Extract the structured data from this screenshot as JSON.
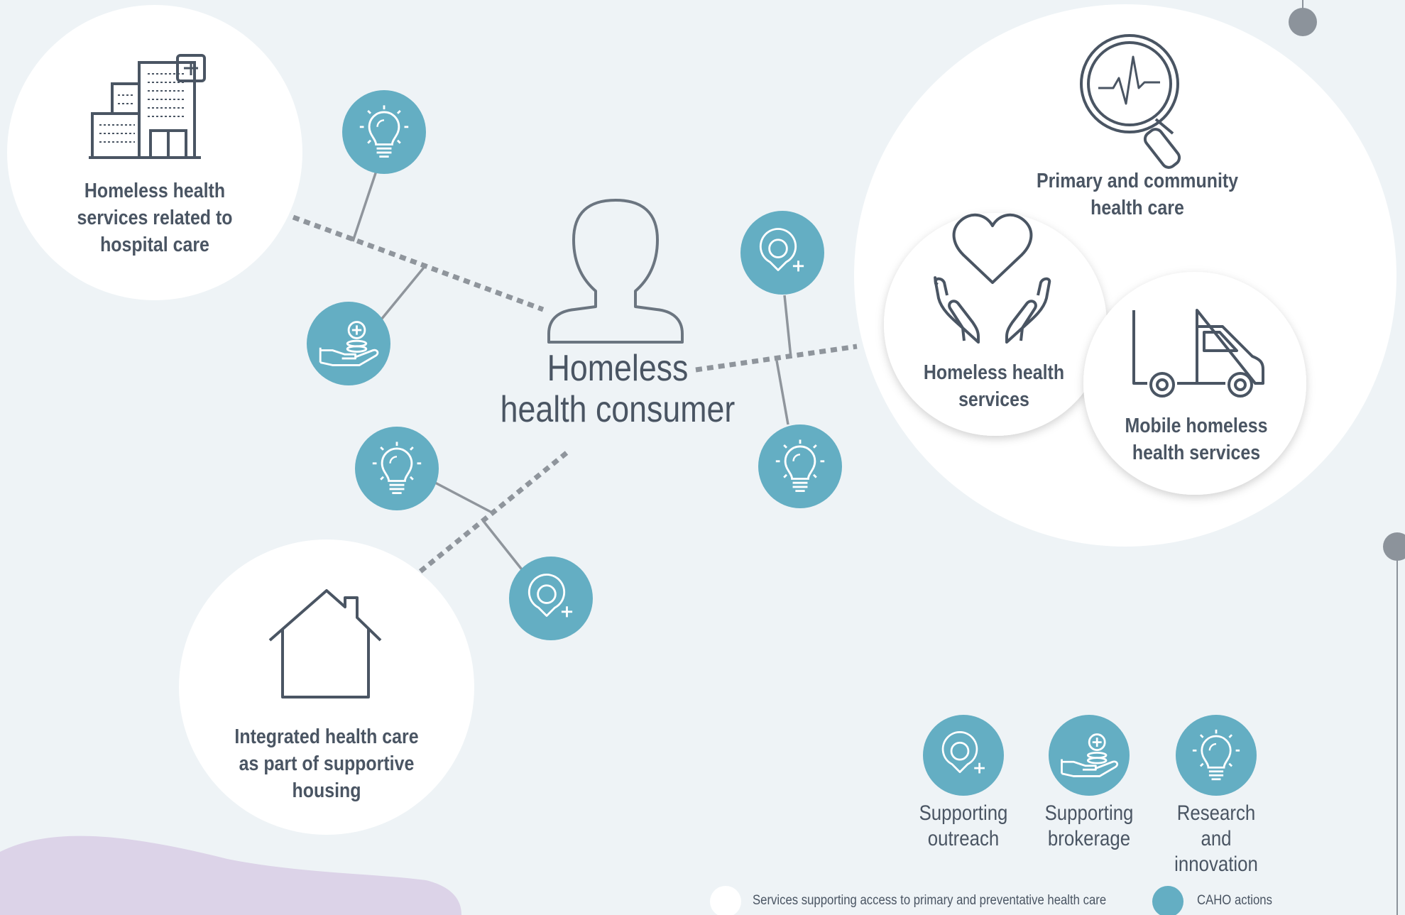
{
  "center": {
    "line1": "Homeless",
    "line2": "health consumer"
  },
  "nodes": {
    "hospital": {
      "line1": "Homeless health",
      "line2": "services related to",
      "line3": "hospital care"
    },
    "housing": {
      "line1": "Integrated health care",
      "line2": "as part of supportive",
      "line3": "housing"
    },
    "primary": {
      "line1": "Primary and community",
      "line2": "health care"
    },
    "homeless_services": {
      "line1": "Homeless health",
      "line2": "services"
    },
    "mobile": {
      "line1": "Mobile homeless",
      "line2": "health services"
    }
  },
  "legend": {
    "outreach": {
      "line1": "Supporting",
      "line2": "outreach",
      "icon": "location-pin-plus-icon"
    },
    "brokerage": {
      "line1": "Supporting",
      "line2": "brokerage",
      "icon": "hand-coins-icon"
    },
    "research": {
      "line1": "Research and",
      "line2": "innovation",
      "icon": "lightbulb-icon"
    }
  },
  "key": {
    "services": "Services supporting access to primary and preventative health care",
    "actions": "CAHO actions"
  },
  "colors": {
    "background": "#eef3f6",
    "teal": "#64aec3",
    "white": "#ffffff",
    "text": "#4a5563",
    "line": "#9aa0a6",
    "lilac": "#dcd3e8"
  }
}
